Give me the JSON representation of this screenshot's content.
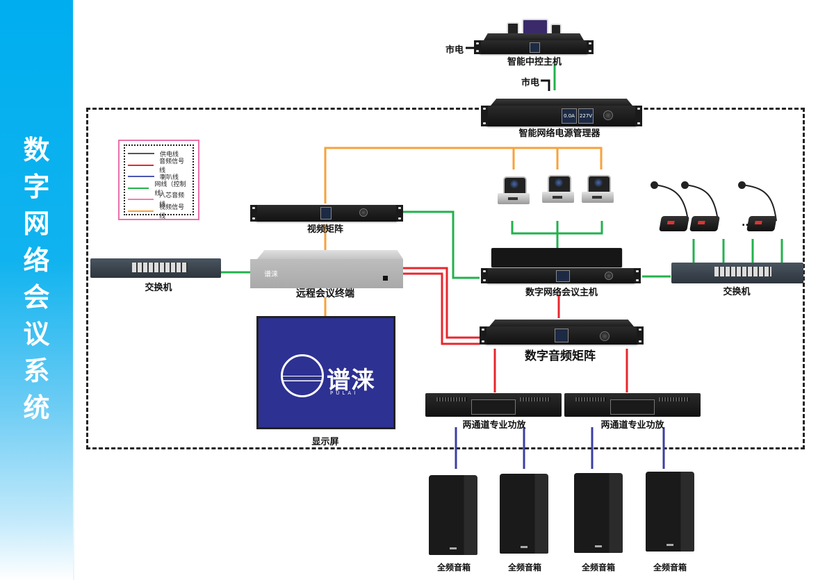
{
  "sidebar": {
    "title_chars": [
      "数",
      "字",
      "网",
      "络",
      "会",
      "议",
      "系",
      "统"
    ]
  },
  "legend": {
    "items": [
      {
        "label": "供电线",
        "color": "#555555"
      },
      {
        "label": "音频信号线",
        "color": "#e8262d"
      },
      {
        "label": "喇叭线",
        "color": "#4a55b0"
      },
      {
        "label": "网线（控制线）",
        "color": "#22b24c"
      },
      {
        "label": "八芯音频线",
        "color": "#f47bb5"
      },
      {
        "label": "视频信号线",
        "color": "#f7a23b"
      }
    ]
  },
  "colors": {
    "power": "#111111",
    "audio": "#e8262d",
    "speaker": "#3b3fa3",
    "network": "#22b24c",
    "video": "#f7a23b",
    "sidebar": "#00aeef",
    "display_bg": "#2d3192"
  },
  "devices": {
    "central_control": "智能中控主机",
    "power_manager": "智能网络电源管理器",
    "video_matrix": "视频矩阵",
    "remote_terminal": "远程会议终端",
    "switch_left": "交换机",
    "switch_right": "交换机",
    "conference_host": "数字网络会议主机",
    "audio_matrix": "数字音频矩阵",
    "amp_1": "两通道专业功放",
    "amp_2": "两通道专业功放",
    "display": "显示屏",
    "speakers": [
      "全频音箱",
      "全频音箱",
      "全频音箱",
      "全频音箱"
    ]
  },
  "mains_labels": [
    "市电",
    "市电"
  ],
  "power_manager_readouts": {
    "current": "0.0A",
    "voltage": "227V"
  },
  "display_brand": {
    "name": "谱涞",
    "sub": "PULAI"
  },
  "terminal_brand": "谱涞",
  "mic_ellipsis": "......"
}
